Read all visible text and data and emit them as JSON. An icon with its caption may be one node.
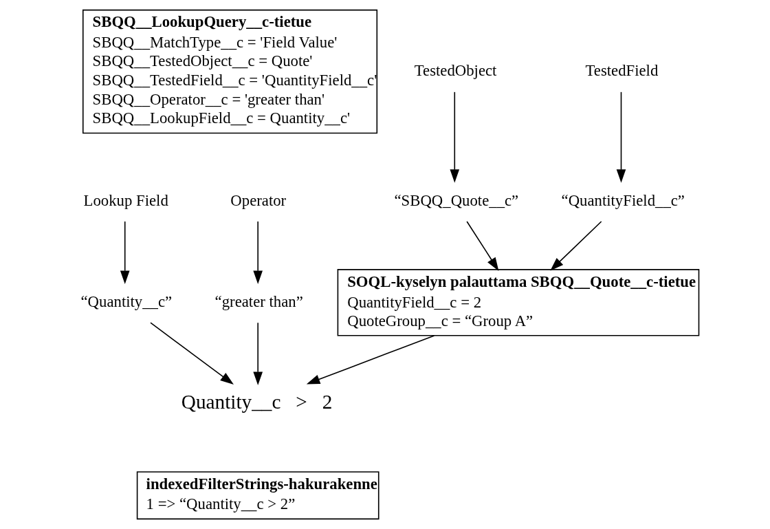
{
  "diagram": {
    "nodes": [
      {
        "text": [
          "SBQQ__LookupQuery__c-tietue",
          "SBQQ__MatchType__c = 'Field Value'",
          "SBQQ__TestedObject__c = Quote'",
          "SBQQ__TestedField__c = 'QuantityField__c'",
          "SBQQ__Operator__c = 'greater than'",
          "SBQQ__LookupField__c = Quantity__c'"
        ]
      },
      {
        "text": [
          "Lookup Field"
        ]
      },
      {
        "text": [
          "Operator"
        ]
      },
      {
        "text": [
          "TestedObject"
        ]
      },
      {
        "text": [
          "TestedField"
        ]
      },
      {
        "text": [
          "“Quantity__c”"
        ]
      },
      {
        "text": [
          "“greater than”"
        ]
      },
      {
        "text": [
          "“SBQQ_Quote__c”"
        ]
      },
      {
        "text": [
          "“QuantityField__c”"
        ]
      },
      {
        "text": [
          "Quantity__c   >   2"
        ]
      },
      {
        "text": [
          "SOQL-kyselyn palauttama SBQQ__Quote__c-tietue",
          "QuantityField__c = 2",
          "QuoteGroup__c = “Group A”"
        ]
      },
      {
        "text": [
          "indexedFilterStrings-hakurakenne",
          "1 => “Quantity__c > 2”"
        ]
      }
    ],
    "edges": [
      {
        "from": 1,
        "to": 5,
        "arrow": "to"
      },
      {
        "from": 2,
        "to": 6,
        "arrow": "to"
      },
      {
        "from": 3,
        "to": 7,
        "arrow": "to"
      },
      {
        "from": 4,
        "to": 8,
        "arrow": "to"
      },
      {
        "from": 5,
        "to": 9,
        "arrow": "to"
      },
      {
        "from": 6,
        "to": 9,
        "arrow": "to"
      },
      {
        "from": 7,
        "to": 10,
        "arrow": "to"
      },
      {
        "from": 8,
        "to": 10,
        "arrow": "to"
      },
      {
        "from": 10,
        "to": 9,
        "arrow": "to"
      }
    ]
  }
}
